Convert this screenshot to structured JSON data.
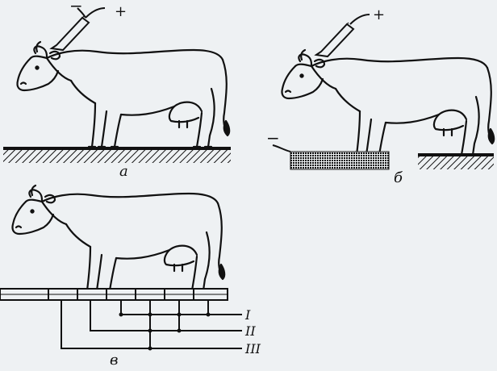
{
  "colors": {
    "background": "#eef1f3",
    "ink": "#111111"
  },
  "panels": {
    "a": {
      "label": "а",
      "plus": "+",
      "minus": "−"
    },
    "b": {
      "label": "б",
      "plus": "+",
      "minus": "−"
    },
    "v": {
      "label": "в",
      "circuits": [
        "I",
        "II",
        "III"
      ]
    }
  }
}
